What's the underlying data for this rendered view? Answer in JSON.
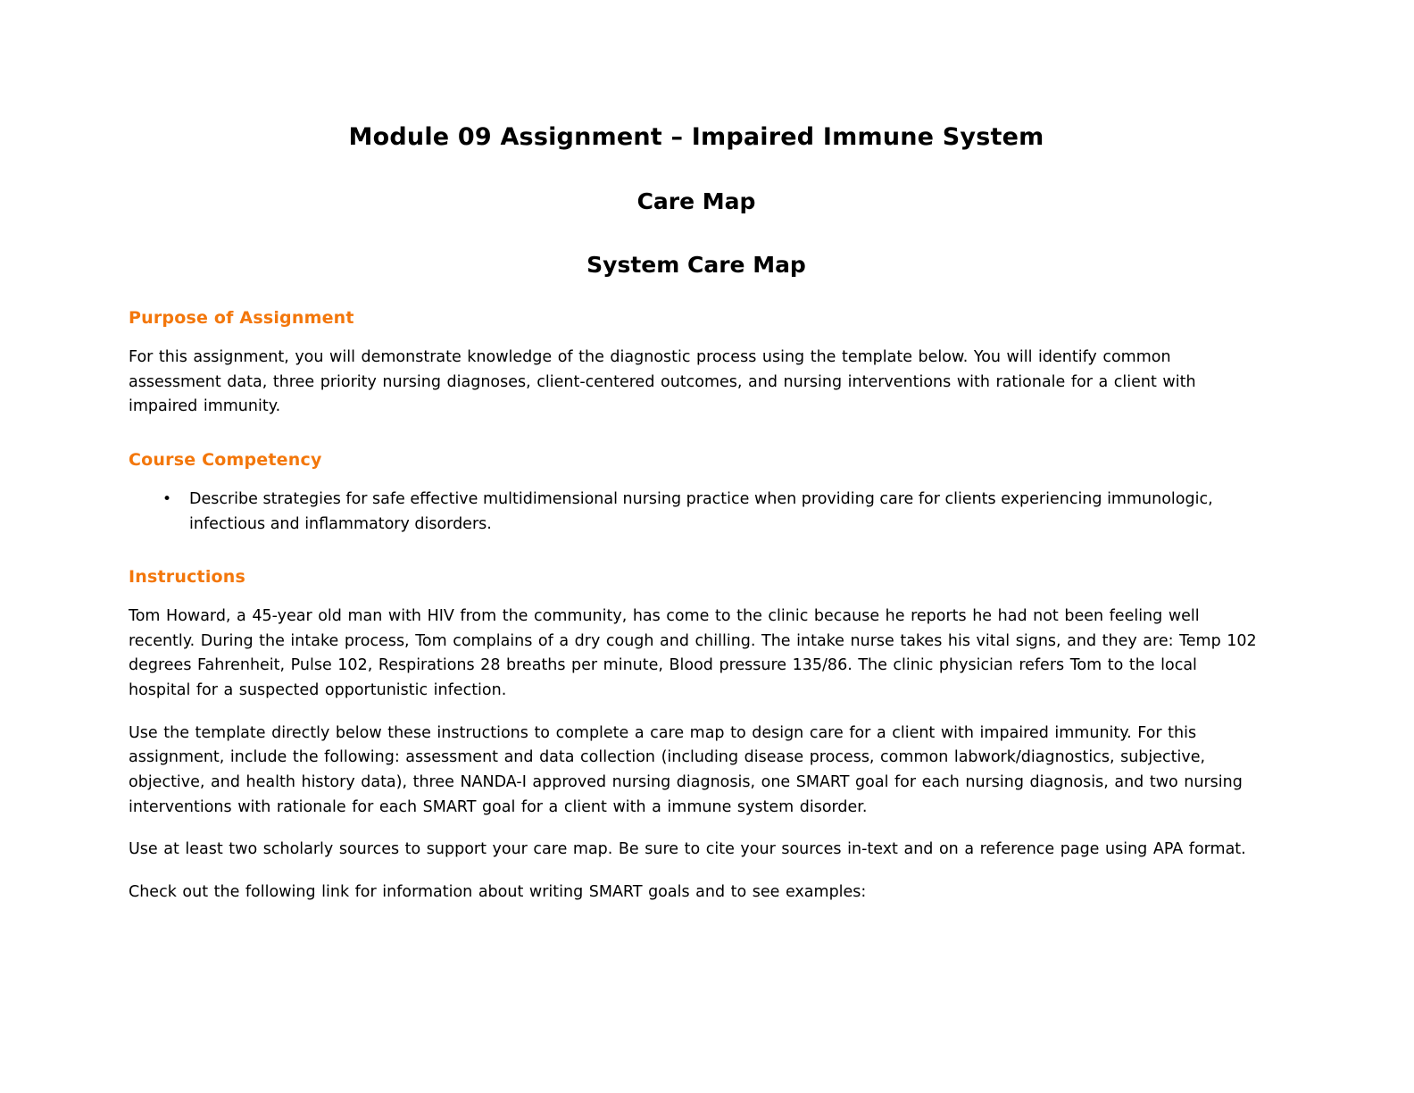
{
  "document": {
    "title": "Module 09 Assignment – Impaired Immune System",
    "subtitle1": "Care Map",
    "subtitle2": "System Care Map",
    "accent_color": "#f3770b",
    "sections": [
      {
        "heading": "Purpose of Assignment",
        "paragraphs": [
          "For this assignment, you will demonstrate knowledge of the diagnostic process using the template below.  You will identify common assessment data, three priority nursing diagnoses, client-centered outcomes, and nursing interventions with rationale for a client with impaired immunity."
        ]
      },
      {
        "heading": "Course Competency",
        "bullets": [
          "Describe strategies for safe effective multidimensional nursing practice when providing care for clients experiencing immunologic, infectious and inflammatory disorders."
        ]
      },
      {
        "heading": "Instructions",
        "paragraphs": [
          "Tom Howard, a 45-year old man with HIV from the community, has come to the clinic because he reports he had not been feeling well recently.  During the intake process, Tom complains of a dry cough and chilling.  The intake nurse takes his vital signs, and they are:  Temp 102 degrees Fahrenheit, Pulse 102, Respirations 28 breaths per minute, Blood pressure 135/86. The clinic physician refers Tom to the local hospital for a suspected opportunistic infection.",
          "Use the template directly below these instructions to complete a care map to design care for a client with impaired immunity. For this assignment, include the following: assessment and data collection (including disease process, common labwork/diagnostics, subjective, objective, and health history data), three NANDA-I approved nursing diagnosis, one SMART goal for each nursing diagnosis, and two nursing interventions with rationale for each SMART goal for a client with a immune system disorder.",
          "Use at least two scholarly sources to support your care map. Be sure to cite your sources in-text and on a reference page using APA format.",
          "Check out the following link for information about writing SMART goals and to see examples:"
        ]
      }
    ]
  }
}
